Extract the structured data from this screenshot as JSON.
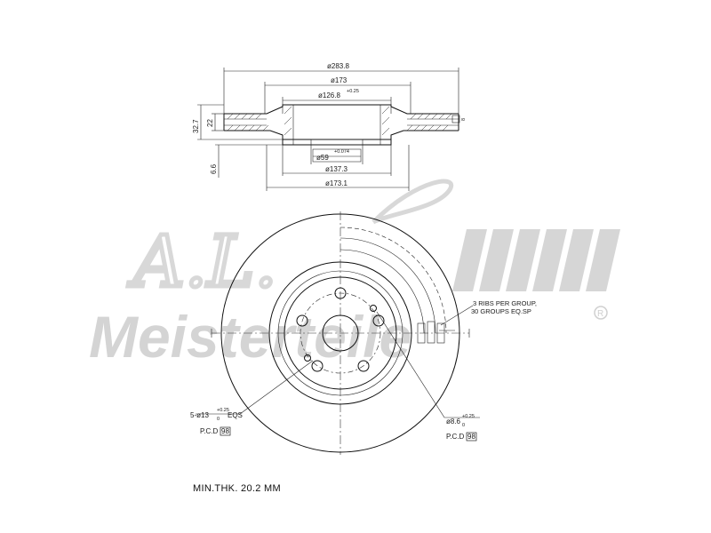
{
  "watermark": {
    "script_text": "A.L.",
    "brand_text": "Meisterteile",
    "registered_mark": "R"
  },
  "section_view": {
    "dim_outer_diameter": "ø283.8",
    "dim_hat_diameter": "ø173",
    "dim_bore_diameter": "ø126.8",
    "dim_bore_tol": "+0.25",
    "dim_total_height": "32.7",
    "dim_disc_thickness": "22",
    "dim_hub_thickness": "6.6",
    "dim_center_hole": "ø59",
    "dim_center_hole_tol": "+0.074",
    "dim_hub_inner": "ø137.3",
    "dim_hub_outer": "ø173.1",
    "dim_vent_gap": "8"
  },
  "plan_view": {
    "rib_note_line1": "3 RIBS PER GROUP,",
    "rib_note_line2": "30 GROUPS EQ.SP",
    "bolt_hole_label": "5-ø13",
    "bolt_hole_tol_top": "+0.25",
    "bolt_hole_tol_bottom": "0",
    "bolt_hole_suffix": "EQS",
    "bolt_pcd_label": "P.C.D",
    "bolt_pcd_value": "98",
    "pin_hole_label": "ø8.6",
    "pin_hole_tol_top": "+0.25",
    "pin_hole_tol_bottom": "0",
    "pin_pcd_label": "P.C.D",
    "pin_pcd_value": "98"
  },
  "min_thickness": "MIN.THK. 20.2 MM"
}
